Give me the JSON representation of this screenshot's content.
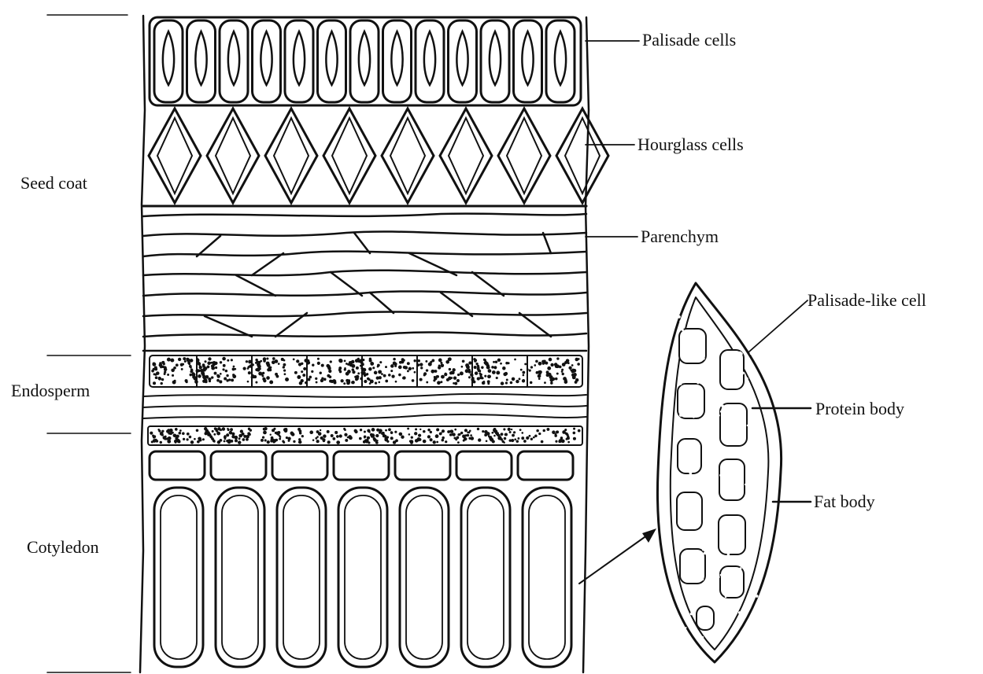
{
  "colors": {
    "ink": "#111111",
    "background": "#ffffff"
  },
  "regions": {
    "seed_coat": "Seed coat",
    "endosperm": "Endosperm",
    "cotyledon": "Cotyledon"
  },
  "callouts": {
    "palisade_cells": "Palisade cells",
    "hourglass_cells": "Hourglass cells",
    "parenchym": "Parenchym",
    "palisade_like_cell": "Palisade-like cell",
    "protein_body": "Protein body",
    "fat_body": "Fat body"
  }
}
